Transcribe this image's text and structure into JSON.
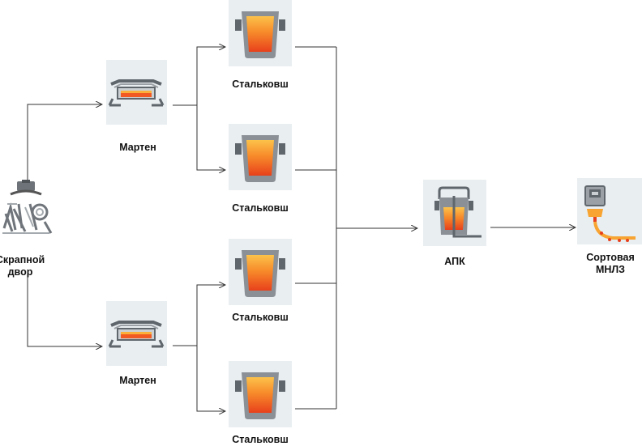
{
  "nodes": {
    "scrap_yard": {
      "label_line1": "Скрапной",
      "label_line2": "двор"
    },
    "marten_top": {
      "label": "Мартен"
    },
    "marten_bottom": {
      "label": "Мартен"
    },
    "ladle_1": {
      "label": "Стальковш"
    },
    "ladle_2": {
      "label": "Стальковш"
    },
    "ladle_3": {
      "label": "Стальковш"
    },
    "ladle_4": {
      "label": "Стальковш"
    },
    "apk": {
      "label": "АПК"
    },
    "caster": {
      "label_line1": "Сортовая",
      "label_line2": "МНЛЗ"
    }
  },
  "colors": {
    "connector": "#333333",
    "tile_bg": "#e9eef1",
    "metal_hot": "#f15a22",
    "metal_warm": "#fbb03b",
    "vessel_gray": "#8a9096"
  }
}
